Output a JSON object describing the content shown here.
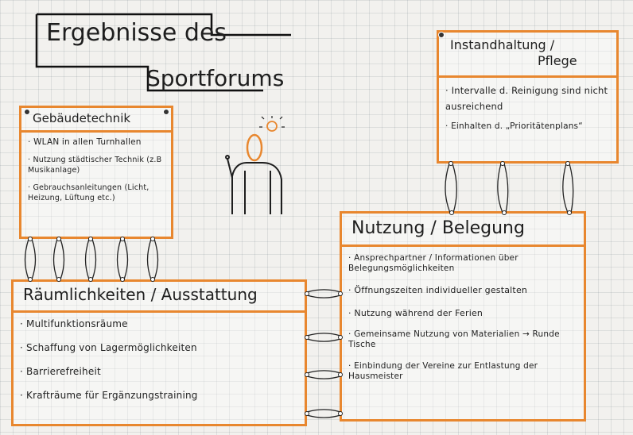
{
  "title": {
    "line1": "Ergebnisse des",
    "line2": "Sportforums"
  },
  "boxes": {
    "gebaeude": {
      "title": "Gebäudetechnik",
      "items": [
        "WLAN in allen Turnhallen",
        "Nutzung städtischer Technik (z.B Musikanlage)",
        "Gebrauchsanleitungen (Licht, Heizung, Lüftung etc.)"
      ]
    },
    "instand": {
      "title_line1": "Instandhaltung /",
      "title_line2": "Pflege",
      "items": [
        "Intervalle d. Reinigung sind nicht ausreichend",
        "Einhalten d. „Prioritätenplans“"
      ]
    },
    "raeume": {
      "title": "Räumlichkeiten / Ausstattung",
      "items": [
        "Multifunktionsräume",
        "Schaffung von Lagermöglichkeiten",
        "Barrierefreiheit",
        "Krafträume für Ergänzungstraining"
      ]
    },
    "nutzung": {
      "title": "Nutzung / Belegung",
      "items": [
        "Ansprechpartner / Informationen über Belegungsmöglichkeiten",
        "Öffnungszeiten individueller gestalten",
        "Nutzung während der Ferien",
        "Gemeinsame Nutzung von Materialien → Runde Tische",
        "Einbindung der Vereine zur Entlastung der Hausmeister"
      ]
    }
  },
  "colors": {
    "accent": "#e8872f",
    "ink": "#1e1e1e",
    "paper": "#f2f1ee"
  }
}
